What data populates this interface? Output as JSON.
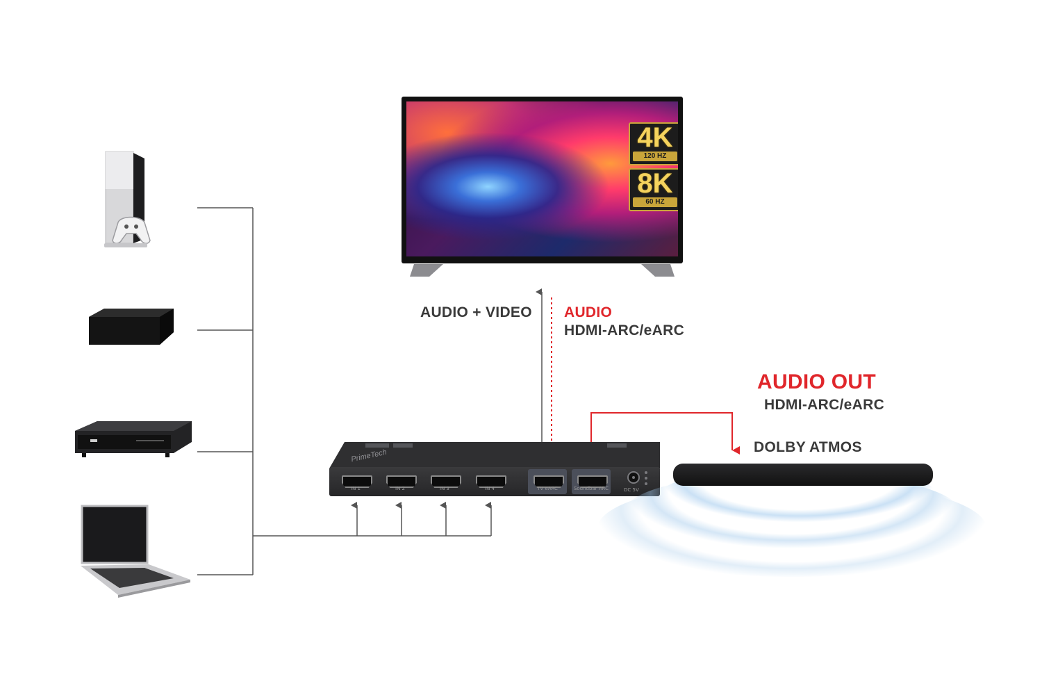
{
  "diagram": {
    "labels": {
      "audio_video": "AUDIO + VIDEO",
      "audio": "AUDIO",
      "hdmi_arc_earc_tv": "HDMI-ARC/eARC",
      "audio_out": "AUDIO OUT",
      "hdmi_arc_earc_out": "HDMI-ARC/eARC",
      "dolby_atmos": "DOLBY ATMOS"
    },
    "tv": {
      "badge_4k": "4K",
      "badge_4k_rate": "120 HZ",
      "badge_8k": "8K",
      "badge_8k_rate": "60 HZ"
    },
    "switch": {
      "brand": "PrimeTech",
      "input_ports": [
        "IN 1",
        "IN 2",
        "IN 3",
        "IN 4"
      ],
      "tv_port": "TV eARC",
      "audio_port": "Soundbar ARC",
      "power_port": "DC 5V"
    },
    "sources": [
      "game-console",
      "media-box",
      "disc-player",
      "laptop"
    ],
    "colors": {
      "accent_red": "#e0262b",
      "line_gray": "#555555",
      "text_dark": "#3a3a3a"
    }
  }
}
